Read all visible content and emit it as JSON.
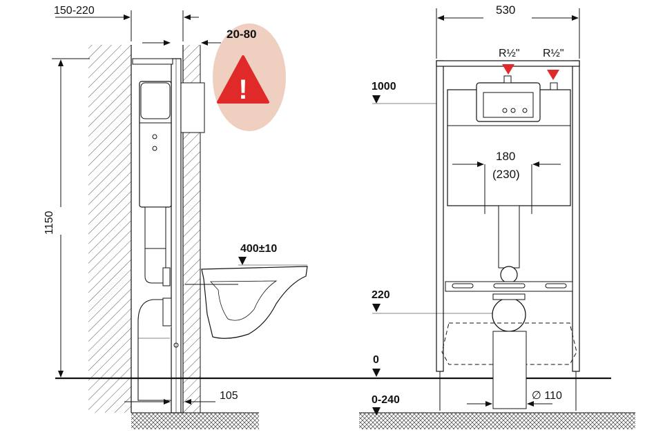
{
  "dims": {
    "wall_depth": "150-220",
    "frame_gap": "20-80",
    "height_total": "1150",
    "bowl_height": "400±10",
    "bottom_offset": "105",
    "width": "530",
    "inlet_left": "R½\"",
    "inlet_right": "R½\"",
    "level_1000": "1000",
    "spacing": "180",
    "spacing_alt": "(230)",
    "level_220": "220",
    "level_0": "0",
    "floor_range": "0-240",
    "pipe_dia": "∅ 110"
  },
  "colors": {
    "warning_bg": "#efcfc0",
    "warning_red": "#e02a2a",
    "marker_red": "#e02a2a",
    "line": "#111111"
  },
  "icons": {
    "warning": "warning-triangle-icon"
  }
}
